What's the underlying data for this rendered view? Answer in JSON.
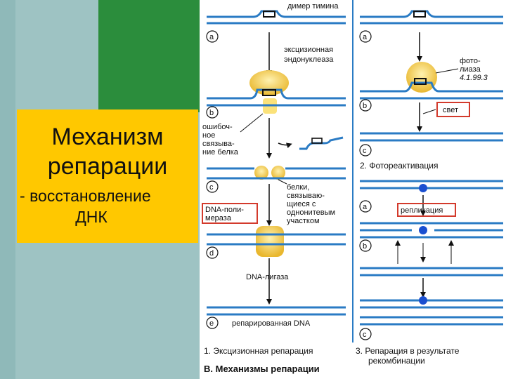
{
  "slide": {
    "title_line1": "Механизм",
    "title_line2": "репарации",
    "subtitle_prefix": "-",
    "subtitle_line1": "восстановление",
    "subtitle_line2": "ДНК"
  },
  "figure": {
    "thymine_dimer": "димер тимина",
    "excision_endonuclease_1": "эксцизионная",
    "excision_endonuclease_2": "эндонуклеаза",
    "error_binding_1": "ошибоч-",
    "error_binding_2": "ное",
    "error_binding_3": "связыва-",
    "error_binding_4": "ние белка",
    "ssb_1": "белки,",
    "ssb_2": "связываю-",
    "ssb_3": "щиеся с",
    "ssb_4": "однонитевым",
    "ssb_5": "участком",
    "dna_pol_1": "DNA-поли-",
    "dna_pol_2": "мераза",
    "dna_ligase": "DNA-лигаза",
    "repaired_dna": "репарированная DNA",
    "photolyase_1": "фото-",
    "photolyase_2": "лиаза",
    "photolyase_3": "4.1.99.3",
    "light": "свет",
    "photoreactivation": "2. Фотореактивация",
    "replication": "репликация",
    "excision_repair": "1. Эксцизионная репарация",
    "recombination_repair_1": "3. Репарация в результате",
    "recombination_repair_2": "рекомбинации",
    "caption": "B. Механизмы репарации",
    "step_a": "a",
    "step_b": "b",
    "step_c": "c",
    "step_d": "d",
    "step_e": "e"
  },
  "colors": {
    "dna_strand": "#2a7bc4",
    "enzyme": "#f1c232",
    "highlight_box": "#d33a2c",
    "green": "#2b8d3c",
    "yellow": "#ffc800"
  }
}
